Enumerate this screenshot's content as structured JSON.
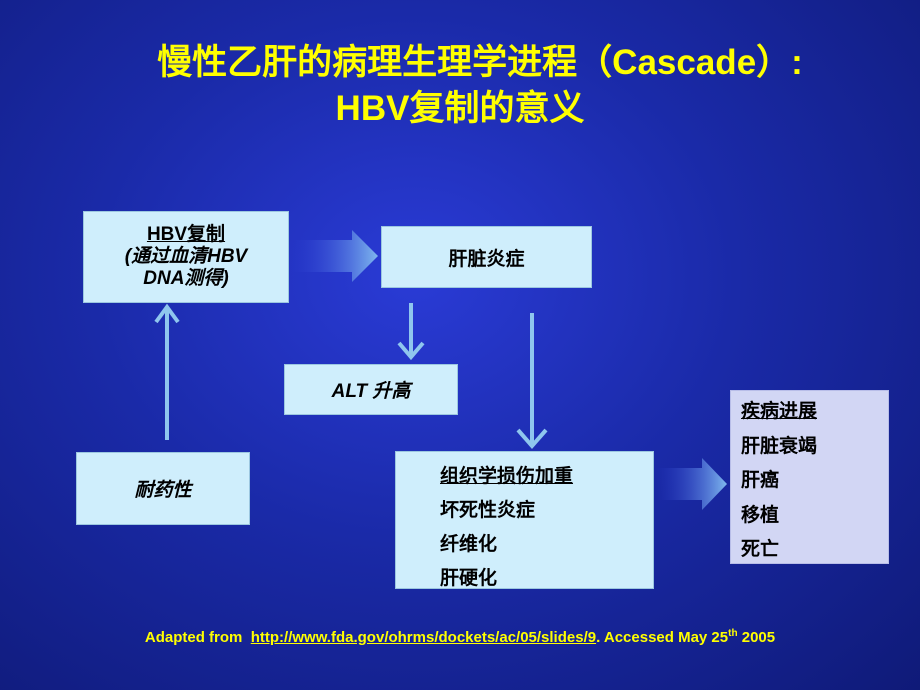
{
  "title": {
    "line1": "慢性乙肝的病理生理学进程（Cascade）:",
    "line2": "HBV复制的意义"
  },
  "nodes": {
    "hbv": {
      "heading": "HBV复制",
      "sub1": "(通过血清HBV",
      "sub2": "DNA测得)"
    },
    "liver": {
      "label": "肝脏炎症"
    },
    "alt": {
      "label": "ALT 升高"
    },
    "resistance": {
      "label": "耐药性"
    },
    "tissue": {
      "heading": "组织学损伤加重",
      "items": [
        "坏死性炎症",
        "纤维化",
        "肝硬化"
      ]
    },
    "outcome": {
      "heading": "疾病进展",
      "items": [
        "肝脏衰竭",
        "肝癌",
        "移植",
        "死亡"
      ]
    }
  },
  "footer": {
    "prefix": "Adapted from",
    "url": "http://www.fda.gov/ohrms/dockets/ac/05/slides/9",
    "suffix": ".  Accessed May 25",
    "sup": "th",
    "year": " 2005"
  },
  "colors": {
    "title": "#ffff00",
    "box": "#cfeefc",
    "outcome_box": "#d2d6f4",
    "arrow": "#8fc6ee"
  }
}
